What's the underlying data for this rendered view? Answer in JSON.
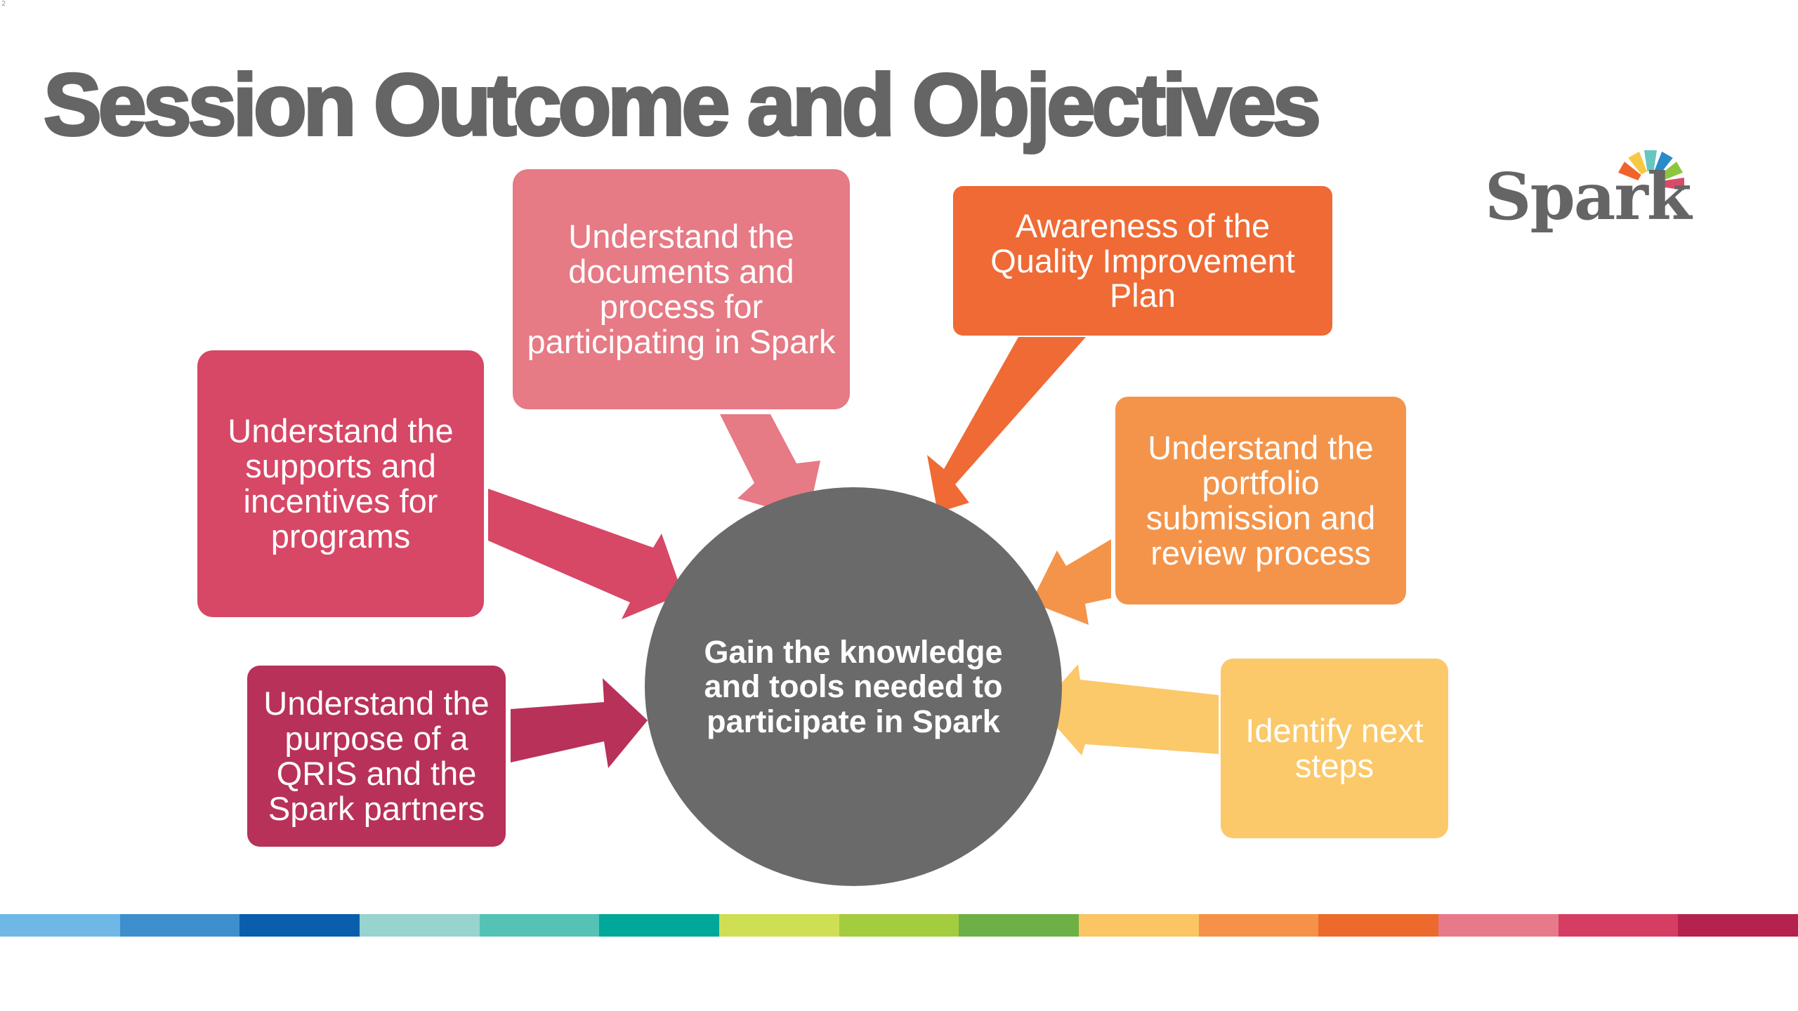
{
  "slide": {
    "number": "2",
    "title": "Session Outcome and Objectives"
  },
  "logo": {
    "text": "Spark",
    "ray_colors": [
      "#f0642c",
      "#f7c844",
      "#66c6c0",
      "#2b8ac9",
      "#8cc63f",
      "#d94a6a"
    ]
  },
  "center": {
    "label": "Gain the knowledge and tools needed to participate in Spark",
    "color": "#6b6a6b"
  },
  "objectives": [
    {
      "label": "Understand the documents and process for participating in Spark",
      "color": "#e67a85"
    },
    {
      "label": "Awareness of the Quality Improvement Plan",
      "color": "#ef6a35"
    },
    {
      "label": "Understand the supports and incentives for programs",
      "color": "#d74766"
    },
    {
      "label": "Understand the portfolio submission and review process",
      "color": "#f4944a"
    },
    {
      "label": "Understand the purpose of a QRIS and the Spark partners",
      "color": "#b83158"
    },
    {
      "label": "Identify next steps",
      "color": "#fbc86a"
    }
  ],
  "footer_stripe_colors": [
    "#6fb8e6",
    "#3d8fce",
    "#0a5fad",
    "#97d3cf",
    "#55c2b6",
    "#00a89a",
    "#cfdf54",
    "#a4cc3f",
    "#6db045",
    "#fbc563",
    "#f59248",
    "#ec6a2b",
    "#e77a88",
    "#d63d63",
    "#b5224e"
  ]
}
